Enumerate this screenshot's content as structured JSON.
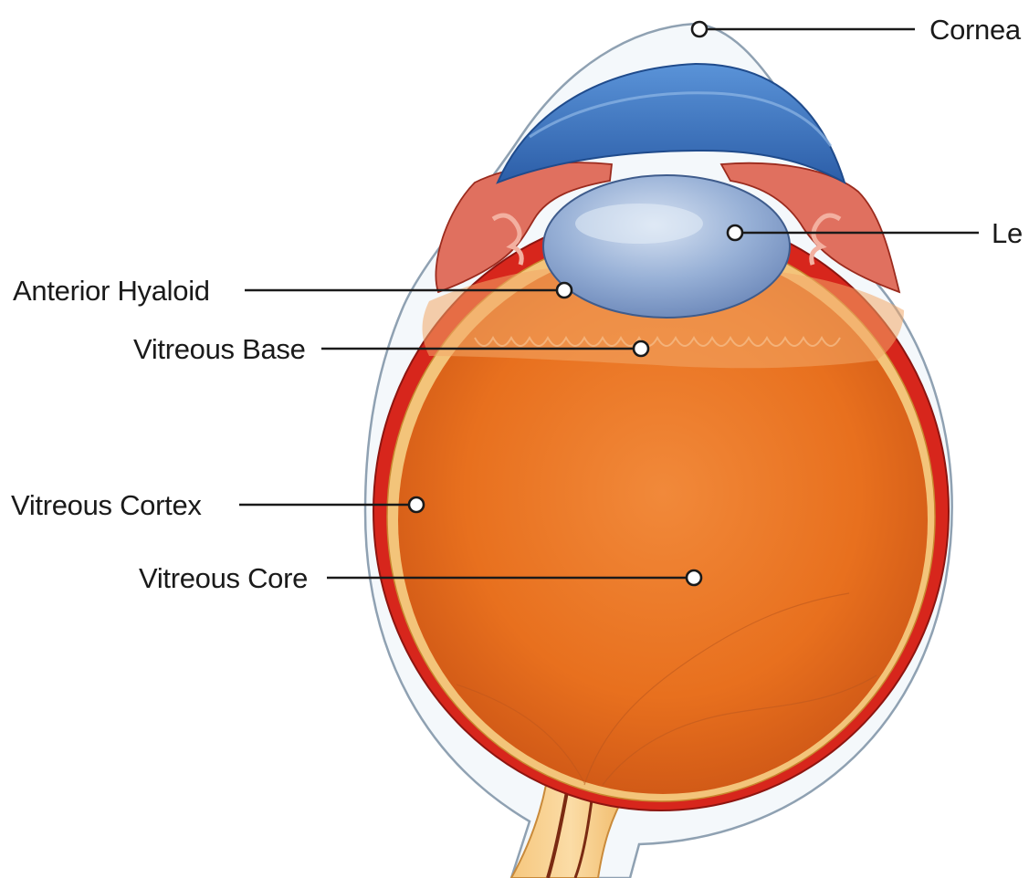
{
  "labels": {
    "cornea": "Cornea",
    "lens": "Le",
    "anterior_hyaloid": "Anterior Hyaloid",
    "vitreous_base": "Vitreous Base",
    "vitreous_cortex": "Vitreous Cortex",
    "vitreous_core": "Vitreous Core"
  },
  "colors": {
    "vitreous": "#e8701e",
    "sclera_red": "#d7261c",
    "cortex_yellow": "#f3c47a",
    "cornea_blue": "#3f78c4",
    "lens_blue": "#8aa6cc",
    "outline": "#1a1a1a"
  }
}
